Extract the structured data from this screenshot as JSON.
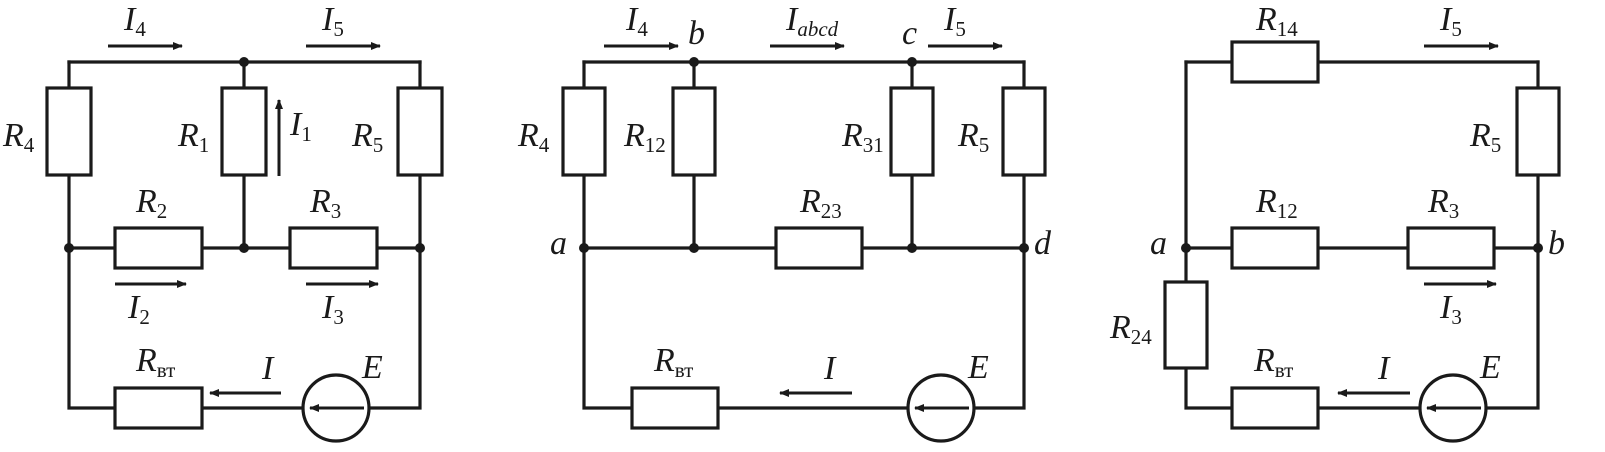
{
  "diagrams": [
    {
      "labels": {
        "I4": {
          "main": "I",
          "sub": "4"
        },
        "I5": {
          "main": "I",
          "sub": "5"
        },
        "R4": {
          "main": "R",
          "sub": "4"
        },
        "R1": {
          "main": "R",
          "sub": "1"
        },
        "I1": {
          "main": "I",
          "sub": "1"
        },
        "R5": {
          "main": "R",
          "sub": "5"
        },
        "R2": {
          "main": "R",
          "sub": "2"
        },
        "R3": {
          "main": "R",
          "sub": "3"
        },
        "I2": {
          "main": "I",
          "sub": "2"
        },
        "I3": {
          "main": "I",
          "sub": "3"
        },
        "Rvt": {
          "main": "R",
          "sub": "вт"
        },
        "I": "I",
        "E": "E"
      }
    },
    {
      "labels": {
        "I4": {
          "main": "I",
          "sub": "4"
        },
        "Iabcd": {
          "main": "I",
          "sub": "abcd"
        },
        "I5": {
          "main": "I",
          "sub": "5"
        },
        "b": "b",
        "c": "c",
        "a": "a",
        "d": "d",
        "R4": {
          "main": "R",
          "sub": "4"
        },
        "R12": {
          "main": "R",
          "sub": "12"
        },
        "R31": {
          "main": "R",
          "sub": "31"
        },
        "R5": {
          "main": "R",
          "sub": "5"
        },
        "R23": {
          "main": "R",
          "sub": "23"
        },
        "Rvt": {
          "main": "R",
          "sub": "вт"
        },
        "I": "I",
        "E": "E"
      }
    },
    {
      "labels": {
        "R14": {
          "main": "R",
          "sub": "14"
        },
        "I5": {
          "main": "I",
          "sub": "5"
        },
        "R5": {
          "main": "R",
          "sub": "5"
        },
        "R12": {
          "main": "R",
          "sub": "12"
        },
        "R3": {
          "main": "R",
          "sub": "3"
        },
        "a": "a",
        "b": "b",
        "I3": {
          "main": "I",
          "sub": "3"
        },
        "R24": {
          "main": "R",
          "sub": "24"
        },
        "Rvt": {
          "main": "R",
          "sub": "вт"
        },
        "I": "I",
        "E": "E"
      }
    }
  ]
}
